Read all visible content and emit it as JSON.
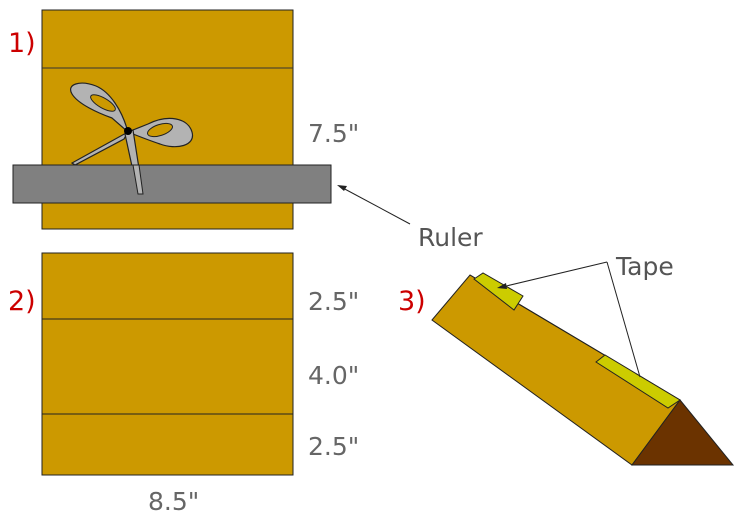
{
  "steps": {
    "step1": "1)",
    "step2": "2)",
    "step3": "3)"
  },
  "labels": {
    "height_full": "7.5\"",
    "ruler": "Ruler",
    "tape": "Tape",
    "section_top": "2.5\"",
    "section_middle": "4.0\"",
    "section_bottom": "2.5\"",
    "width": "8.5\""
  },
  "colors": {
    "paper": "#cc9900",
    "paper_dark": "#6b3300",
    "ruler": "#808080",
    "scissors": "#b3b3b3",
    "tape": "#cccc00",
    "step_text": "#cc0000",
    "dim_text": "#666666"
  }
}
